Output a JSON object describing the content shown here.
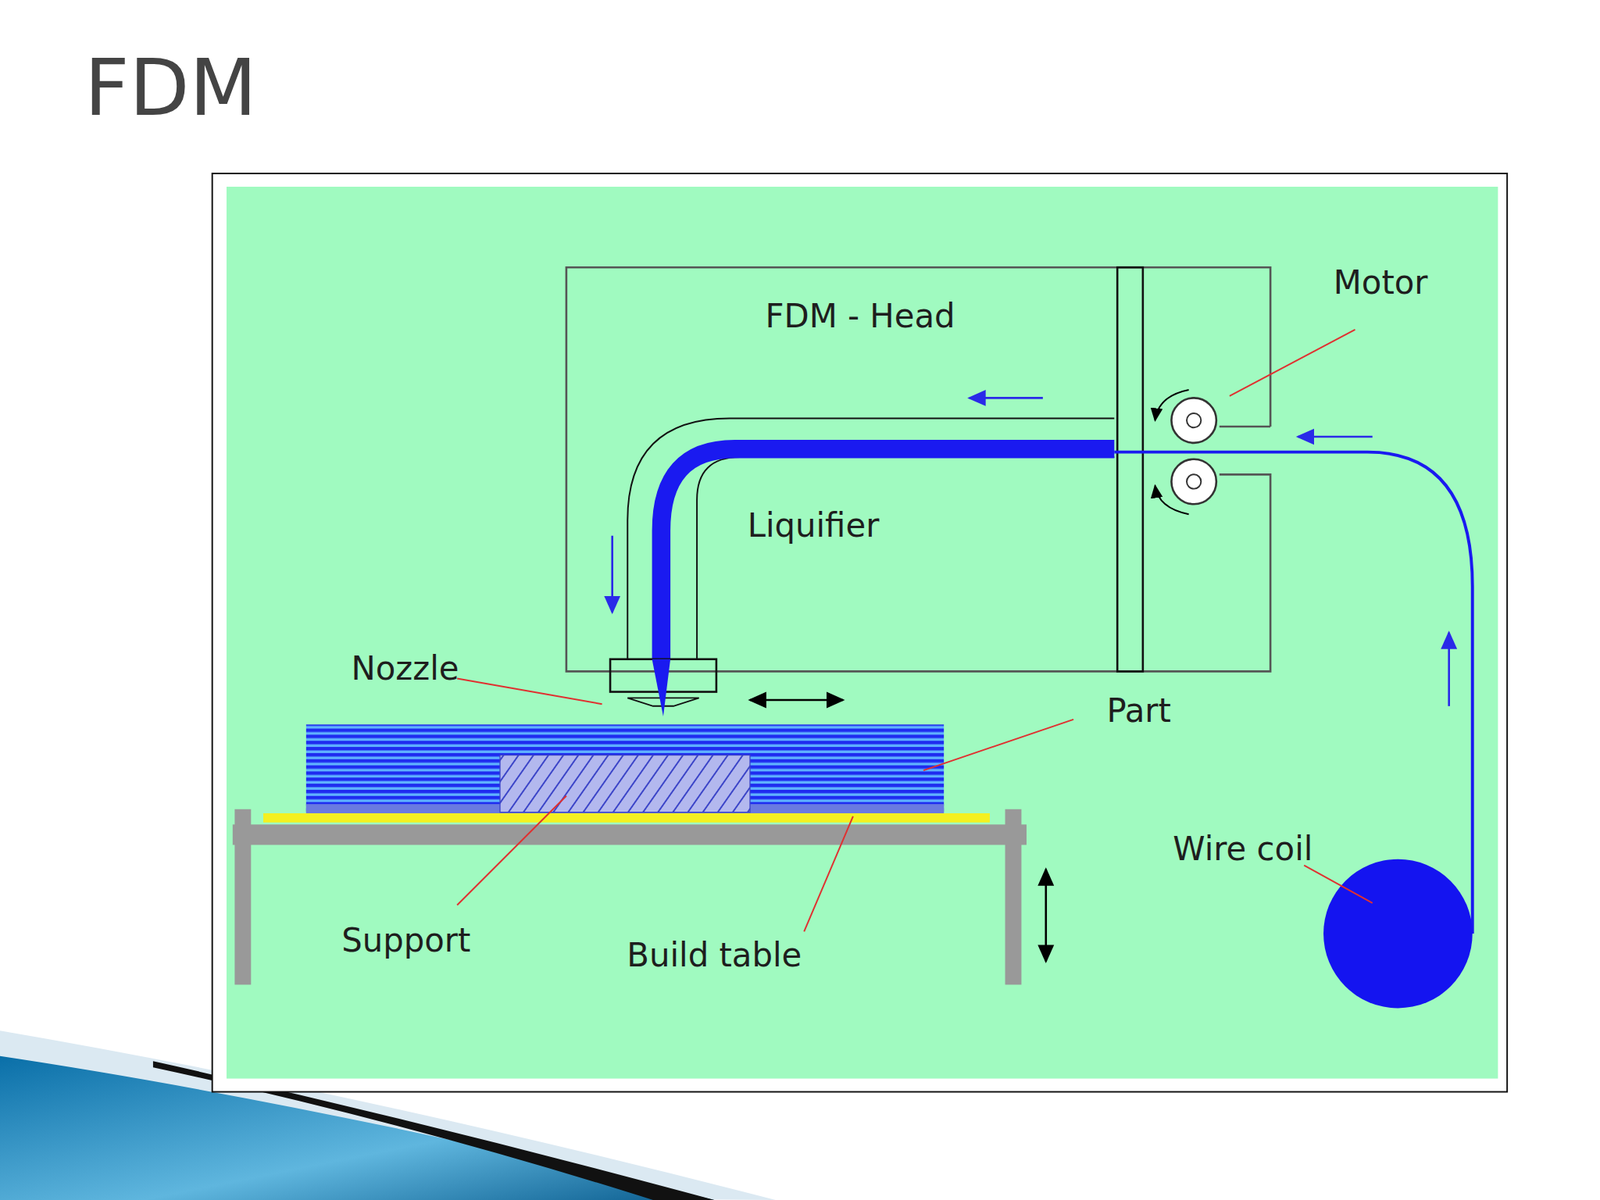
{
  "diagram": {
    "title": "FDM",
    "nodes": [
      {
        "text": [
          "FDM - Head"
        ]
      }
    ],
    "labels": [
      "Motor",
      "Liquifier",
      "Nozzle",
      "Part",
      "Support",
      "Build table",
      "Wire coil"
    ]
  }
}
